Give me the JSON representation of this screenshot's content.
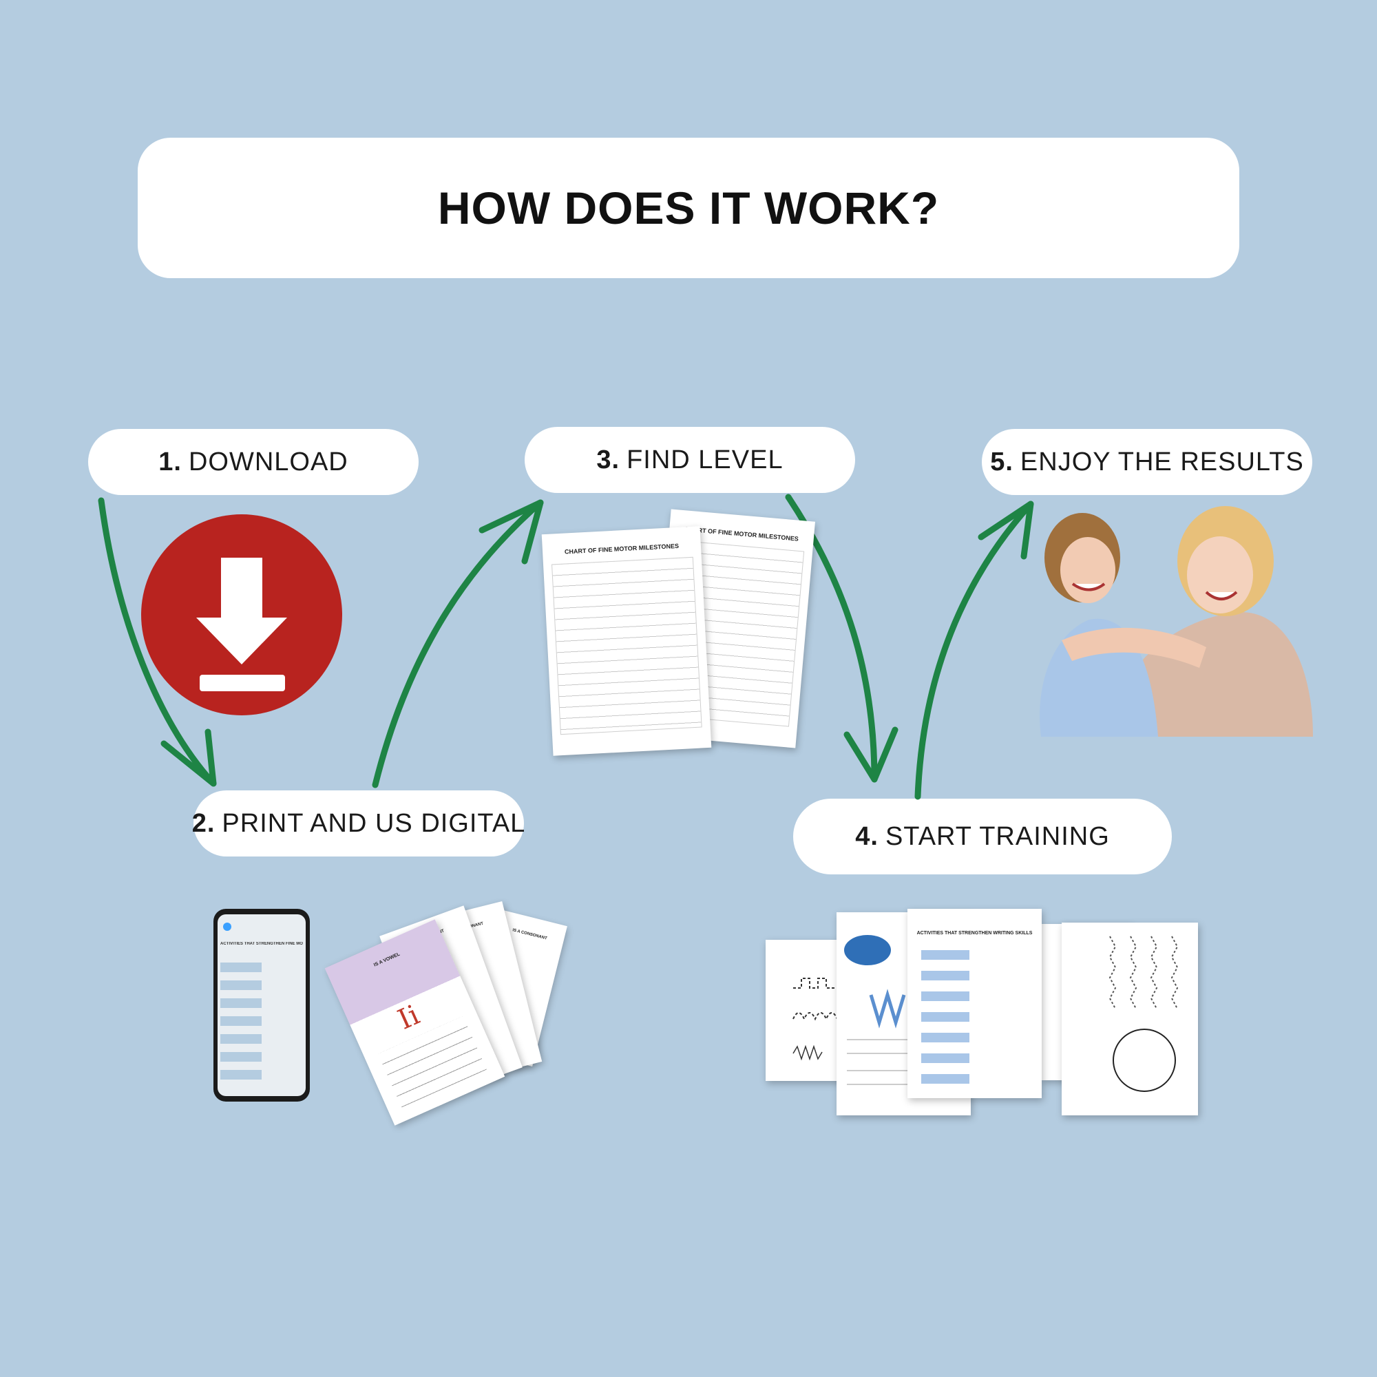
{
  "title": "HOW DOES IT WORK?",
  "steps": [
    {
      "num": "1.",
      "label": "DOWNLOAD"
    },
    {
      "num": "2.",
      "label": "PRINT AND US DIGITAL"
    },
    {
      "num": "3.",
      "label": "FIND LEVEL"
    },
    {
      "num": "4.",
      "label": "START TRAINING"
    },
    {
      "num": "5.",
      "label": "ENJOY THE RESULTS"
    }
  ],
  "worksheets": {
    "milestones_title": "CHART OF FINE MOTOR MILESTONES",
    "writing_title": "ACTIVITIES THAT STRENGTHEN WRITING SKILLS",
    "fine_motor_title": "ACTIVITIES THAT STRENGTHEN FINE MOTOR SKILLS",
    "vowel_label": "IS A VOWEL",
    "consonant_label": "IS A CONSONANT"
  },
  "colors": {
    "background": "#b4cce0",
    "arrow": "#1e8445",
    "download_red": "#b8231f"
  },
  "icons": {
    "download": "download-icon",
    "arrow": "curved-arrow-icon"
  }
}
